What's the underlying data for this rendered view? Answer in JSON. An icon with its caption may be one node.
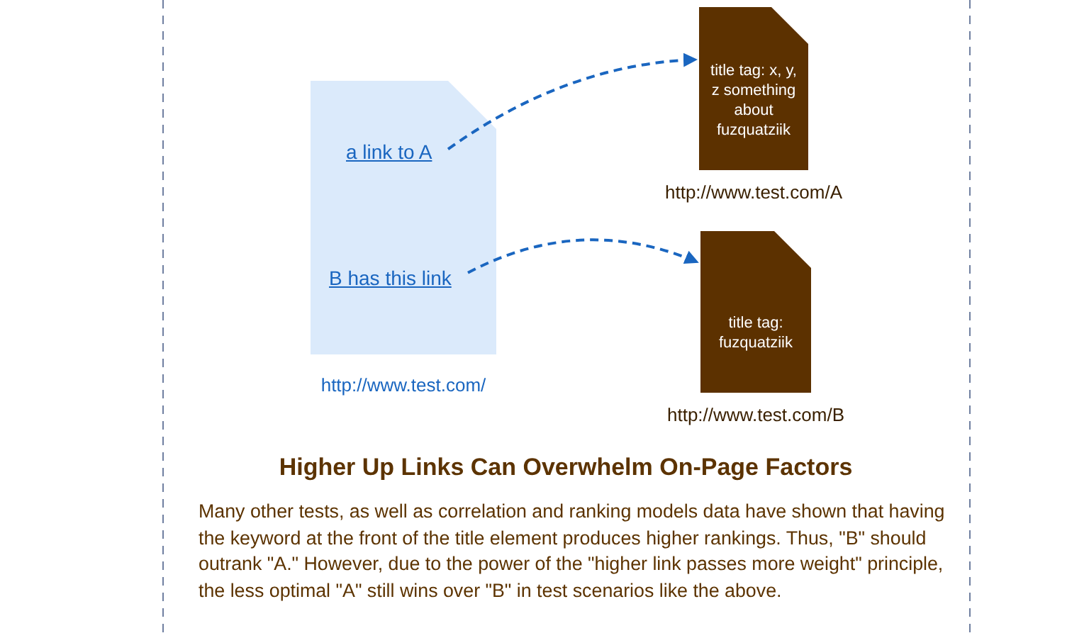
{
  "diagram": {
    "title": "Higher Up Links Can Overwhelm On-Page Factors",
    "caption": "Many other tests, as well as correlation and ranking models data have shown that having the keyword at the front of the title element produces higher rankings. Thus, \"B\" should outrank \"A.\" However, due to the power of the \"higher link passes more weight\" principle, the less optimal \"A\" still wins over \"B\" in test scenarios like the above.",
    "nodes": [
      {
        "text": [],
        "shape": "document",
        "beside": [
          "http://www.test.com/"
        ]
      },
      {
        "text": [
          "a link to A"
        ],
        "in": 0
      },
      {
        "text": [
          "B has this link"
        ],
        "in": 0
      },
      {
        "text": [
          "title tag: x, y, z something about fuzquatziik"
        ],
        "beside": [
          "http://www.test.com/A"
        ]
      },
      {
        "text": [
          "title tag: fuzquatziik"
        ],
        "beside": [
          "http://www.test.com/B"
        ]
      }
    ],
    "edges": [
      {
        "from": 1,
        "to": 3,
        "arrow": "to",
        "style": "dashed"
      },
      {
        "from": 2,
        "to": 4,
        "arrow": "to",
        "style": "dashed"
      }
    ]
  }
}
